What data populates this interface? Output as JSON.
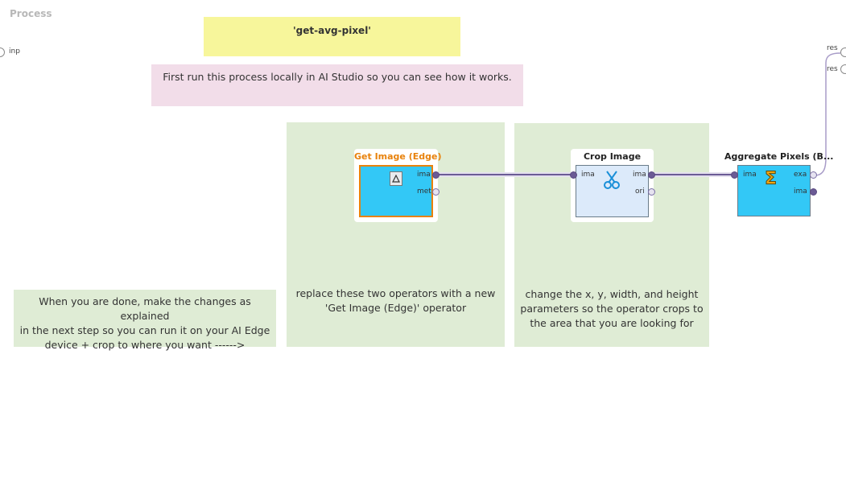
{
  "process": {
    "title": "Process",
    "input_port_label": "inp",
    "result_ports": [
      "res",
      "res"
    ]
  },
  "notes": {
    "title": "'get-avg-pixel'",
    "intro": "First run this process locally in AI Studio so you can see how it works.",
    "done_line1": "When you are done, make the changes as explained",
    "done_line2": "in the next step so you can run it on your AI Edge",
    "done_line3": "device + crop to where you want ------>",
    "replace_line1": "replace these two operators with a new",
    "replace_line2": "'Get Image (Edge)' operator",
    "crop_line1": "change the x, y, width, and height",
    "crop_line2": "parameters so the operator crops to",
    "crop_line3": "the area that you are looking for"
  },
  "operators": {
    "get_image": {
      "title": "Get Image (Edge)",
      "title_color": "#e8820c",
      "port_out_1": "ima",
      "port_out_2": "met"
    },
    "crop_image": {
      "title": "Crop Image",
      "port_in": "ima",
      "port_out_1": "ima",
      "port_out_2": "ori"
    },
    "aggregate": {
      "title": "Aggregate Pixels (B...",
      "port_in": "ima",
      "port_out_1": "exa",
      "port_out_2": "ima"
    }
  },
  "icons": {
    "get_image": "image-triangle-icon",
    "crop_image": "scissors-icon",
    "aggregate": "sigma-icon"
  },
  "colors": {
    "operator_blue": "#33c8f6",
    "wire": "#6b5b95",
    "note_yellow": "#f7f69b",
    "note_pink": "#f2dde9",
    "note_green": "#dfecd5"
  }
}
